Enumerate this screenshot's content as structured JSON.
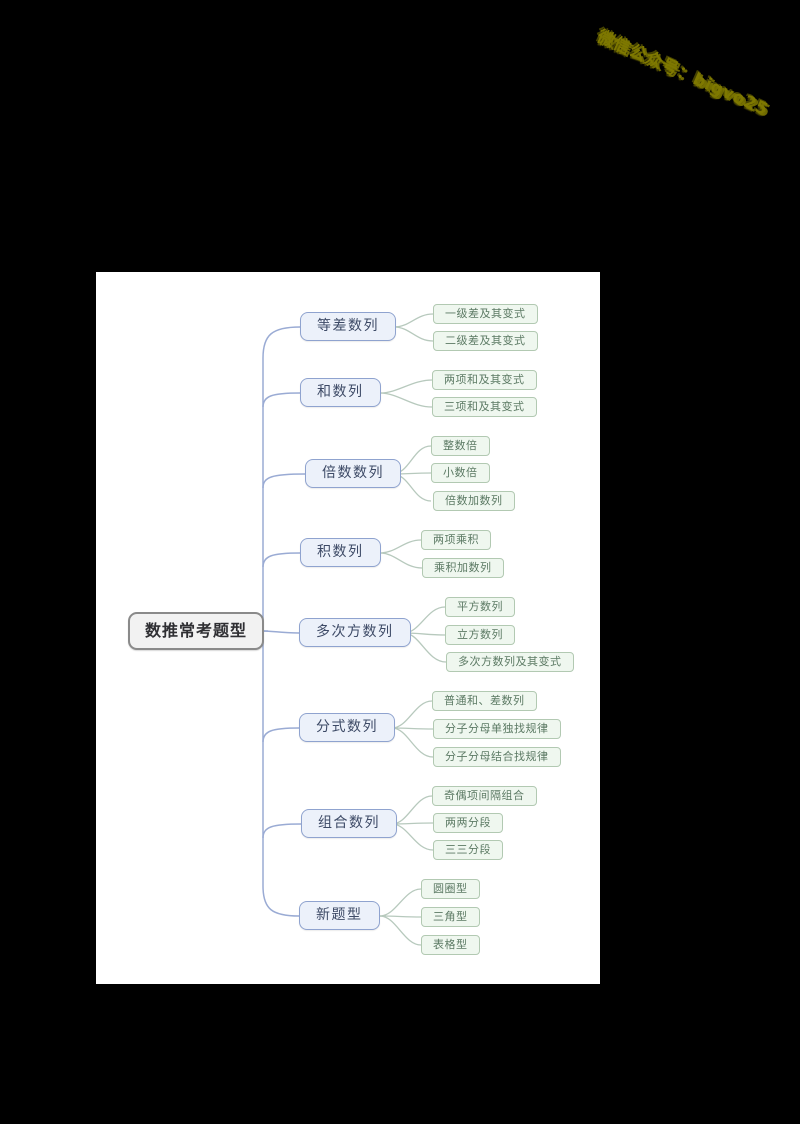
{
  "watermark": {
    "text": "微信公众号：bigvo25",
    "color": "#7e7800"
  },
  "colors": {
    "page_background": "#000000",
    "panel_background": "#ffffff",
    "root_fill": "#f2f2f2",
    "root_border": "#8a8a8a",
    "branch_fill": "#ecf1fa",
    "branch_border": "#8fa3cf",
    "branch_line": "#9aabd4",
    "leaf_fill": "#eff7ef",
    "leaf_border": "#b2c9b2",
    "leaf_line": "#b7c9bd"
  },
  "mindmap": {
    "root": {
      "label": "数推常考题型"
    },
    "branches": [
      {
        "label": "等差数列",
        "children": [
          "一级差及其变式",
          "二级差及其变式"
        ]
      },
      {
        "label": "和数列",
        "children": [
          "两项和及其变式",
          "三项和及其变式"
        ]
      },
      {
        "label": "倍数数列",
        "children": [
          "整数倍",
          "小数倍",
          "倍数加数列"
        ]
      },
      {
        "label": "积数列",
        "children": [
          "两项乘积",
          "乘积加数列"
        ]
      },
      {
        "label": "多次方数列",
        "children": [
          "平方数列",
          "立方数列",
          "多次方数列及其变式"
        ]
      },
      {
        "label": "分式数列",
        "children": [
          "普通和、差数列",
          "分子分母单独找规律",
          "分子分母结合找规律"
        ]
      },
      {
        "label": "组合数列",
        "children": [
          "奇偶项间隔组合",
          "两两分段",
          "三三分段"
        ]
      },
      {
        "label": "新题型",
        "children": [
          "圆圈型",
          "三角型",
          "表格型"
        ]
      }
    ]
  }
}
